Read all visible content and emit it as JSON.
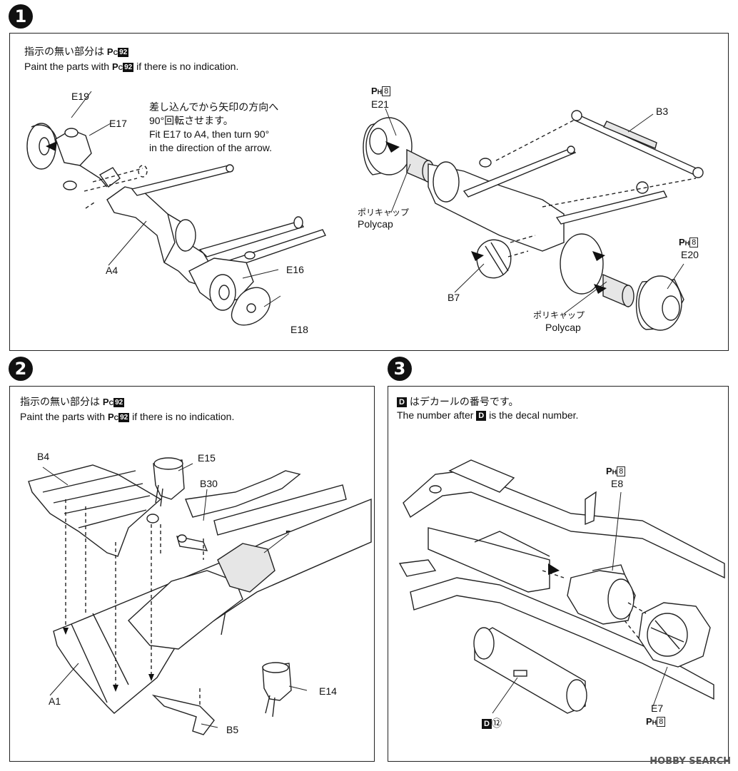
{
  "steps": {
    "s1": {
      "number": "1"
    },
    "s2": {
      "number": "2"
    },
    "s3": {
      "number": "3"
    }
  },
  "paint": {
    "p_letter": "P",
    "sub_c": "C",
    "sub_h": "H",
    "color_92": "92",
    "color_8": "8"
  },
  "step1": {
    "note_jp": "指示の無い部分は",
    "note_en_pre": "Paint the parts with",
    "note_en_post": "if there is no indication.",
    "insert_jp_1": "差し込んでから矢印の方向へ",
    "insert_jp_2": "90°回転させます。",
    "insert_en_1": "Fit E17 to A4, then turn 90°",
    "insert_en_2": "in the direction of the arrow.",
    "labels": {
      "e19": "E19",
      "e17": "E17",
      "a4": "A4",
      "e16": "E16",
      "e18": "E18",
      "e21": "E21",
      "b3": "B3",
      "b7": "B7",
      "e20": "E20",
      "polycap_jp_1": "ポリキャップ",
      "polycap_en_1": "Polycap",
      "polycap_jp_2": "ポリキャップ",
      "polycap_en_2": "Polycap"
    }
  },
  "step2": {
    "note_jp": "指示の無い部分は",
    "note_en_pre": "Paint the parts with",
    "note_en_post": "if there is no indication.",
    "labels": {
      "b4": "B4",
      "e15": "E15",
      "b30": "B30",
      "a1": "A1",
      "e14": "E14",
      "b5": "B5"
    }
  },
  "step3": {
    "decal_letter": "D",
    "note_jp": "はデカールの番号です。",
    "note_en_pre": "The number after",
    "note_en_post": "is the decal number.",
    "labels": {
      "e8": "E8",
      "e7": "E7",
      "decal_num": "⑫"
    }
  },
  "watermark": "HOBBY SEARCH"
}
